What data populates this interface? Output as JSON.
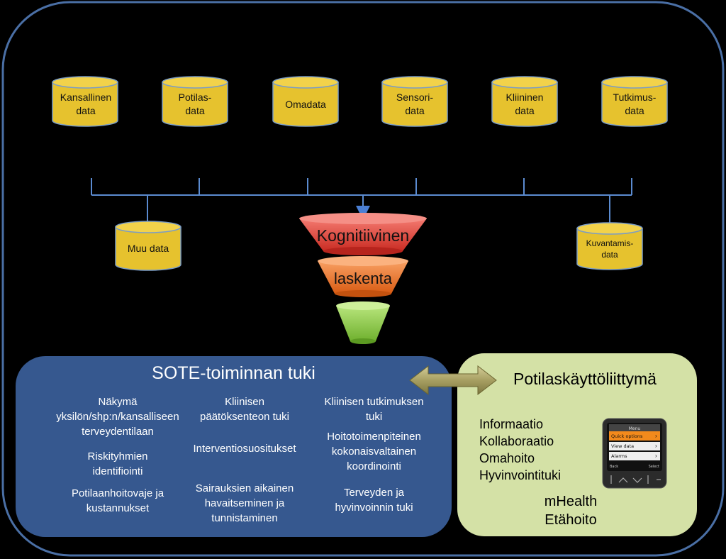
{
  "data_sources": [
    {
      "id": "kansallinen",
      "lines": [
        "Kansallinen",
        "data"
      ]
    },
    {
      "id": "potilas",
      "lines": [
        "Potilas-",
        "data"
      ]
    },
    {
      "id": "omadata",
      "lines": [
        "Omadata"
      ]
    },
    {
      "id": "sensori",
      "lines": [
        "Sensori-",
        "data"
      ]
    },
    {
      "id": "kliininen",
      "lines": [
        "Kliininen",
        "data"
      ]
    },
    {
      "id": "tutkimus",
      "lines": [
        "Tutkimus-",
        "data"
      ]
    }
  ],
  "secondary_sources": {
    "muu": "Muu data",
    "kuvantamis": [
      "Kuvantamis-",
      "data"
    ]
  },
  "funnel": {
    "top": "Kognitiivinen",
    "middle": "laskenta"
  },
  "sote": {
    "title": "SOTE-toiminnan tuki",
    "col1": [
      [
        "Näkymä",
        "yksilön/shp:n/kansalliseen",
        "terveydentilaan"
      ],
      [
        "Riskityhmien",
        "identifiointi"
      ],
      [
        "Potilaanhoitovaje ja",
        "kustannukset"
      ]
    ],
    "col2": [
      [
        "Kliinisen",
        "päätöksenteon tuki"
      ],
      [
        "Interventiosuositukset"
      ],
      [
        "Sairauksien aikainen",
        "havaitseminen ja",
        "tunnistaminen"
      ]
    ],
    "col3": [
      [
        "Kliinisen tutkimuksen",
        "tuki"
      ],
      [
        "Hoitotoimenpiteinen",
        "kokonaisvaltainen",
        "koordinointi"
      ],
      [
        "Terveyden ja",
        "hyvinvoinnin tuki"
      ]
    ]
  },
  "potilas": {
    "title": "Potilaskäyttöliittymä",
    "items": [
      "Informaatio",
      "Kollaboraatio",
      "Omahoito",
      "Hyvinvointituki"
    ],
    "footer": [
      "mHealth",
      "Etähoito"
    ]
  },
  "device": {
    "menu_title": "Menu",
    "options": [
      "Quick options",
      "View data",
      "Alarms"
    ],
    "back": "Back",
    "select": "Select"
  },
  "colors": {
    "frame": "#4a6fa5",
    "cylinder": "#e6c22e",
    "cylinder_top": "#f2d24a",
    "cylinder_stroke": "#7a9cc6",
    "sote_bg": "#36588f",
    "potilas_bg": "#d4e1a6",
    "funnel_top": "#e2453c",
    "funnel_mid": "#f0792a",
    "funnel_bottom": "#8fcf4a",
    "arrow": "#b5ad76"
  }
}
